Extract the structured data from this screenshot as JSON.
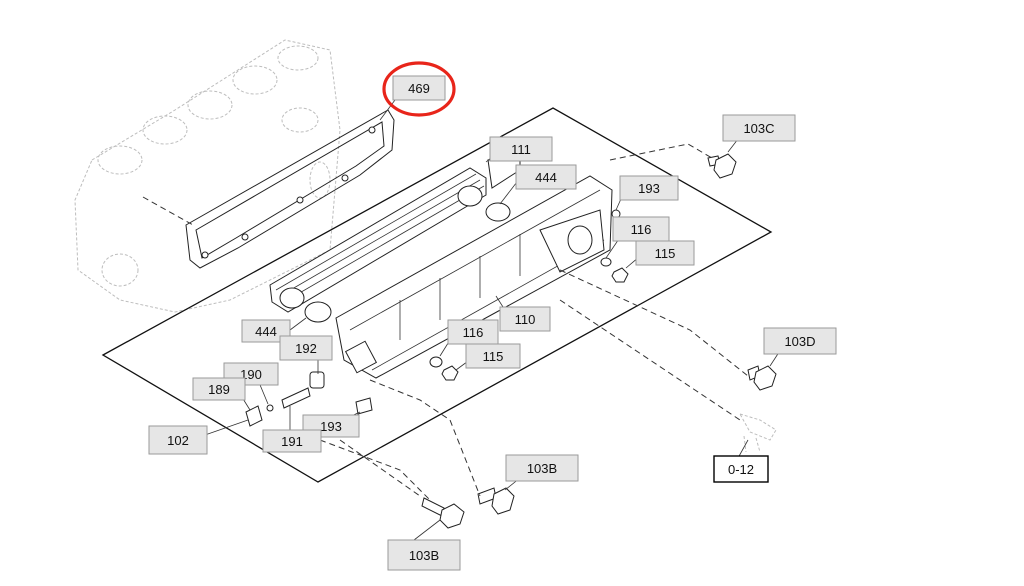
{
  "highlight_color": "#e8251a",
  "callouts": [
    {
      "id": "c469",
      "label": "469"
    },
    {
      "id": "c103C",
      "label": "103C"
    },
    {
      "id": "c111",
      "label": "111"
    },
    {
      "id": "c444a",
      "label": "444"
    },
    {
      "id": "c193a",
      "label": "193"
    },
    {
      "id": "c116a",
      "label": "116"
    },
    {
      "id": "c115a",
      "label": "115"
    },
    {
      "id": "c110",
      "label": "110"
    },
    {
      "id": "c444b",
      "label": "444"
    },
    {
      "id": "c192",
      "label": "192"
    },
    {
      "id": "c116b",
      "label": "116"
    },
    {
      "id": "c115b",
      "label": "115"
    },
    {
      "id": "c103D",
      "label": "103D"
    },
    {
      "id": "c190",
      "label": "190"
    },
    {
      "id": "c189",
      "label": "189"
    },
    {
      "id": "c193b",
      "label": "193"
    },
    {
      "id": "c102",
      "label": "102"
    },
    {
      "id": "c191",
      "label": "191"
    },
    {
      "id": "c103Ba",
      "label": "103B"
    },
    {
      "id": "c012",
      "label": "0-12"
    },
    {
      "id": "c103Bb",
      "label": "103B"
    }
  ]
}
